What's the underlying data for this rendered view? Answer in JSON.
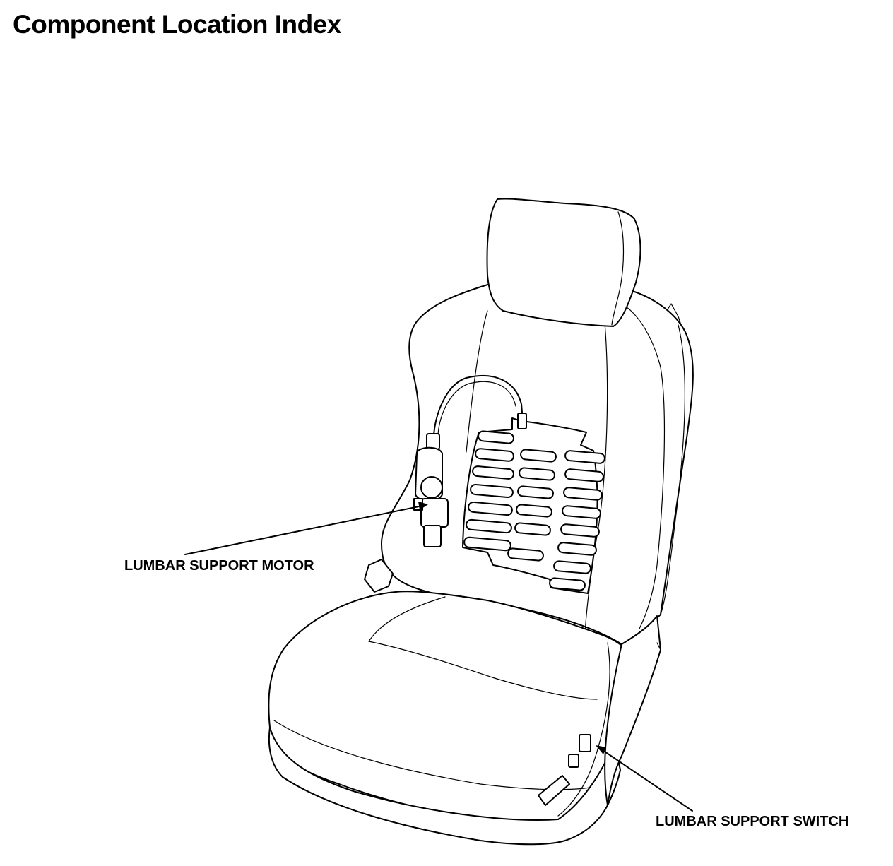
{
  "title": "Component Location Index",
  "callouts": {
    "motor": "LUMBAR SUPPORT MOTOR",
    "switch": "LUMBAR SUPPORT SWITCH"
  },
  "colors": {
    "ink": "#000000",
    "paper": "#ffffff"
  }
}
